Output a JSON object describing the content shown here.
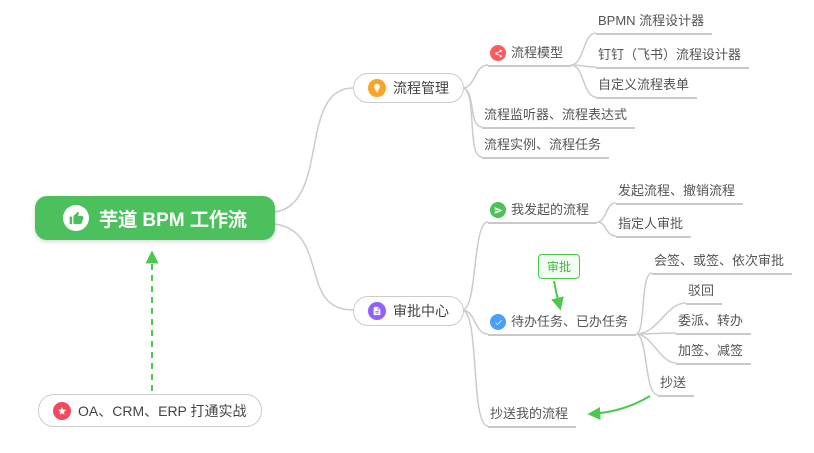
{
  "root": {
    "label": "芋道 BPM 工作流"
  },
  "nodes": {
    "process_management": "流程管理",
    "approval_center": "审批中心",
    "oa_crm_erp": "OA、CRM、ERP 打通实战",
    "process_model": "流程模型",
    "bpmn_designer": "BPMN 流程设计器",
    "dingtalk_designer": "钉钉（飞书）流程设计器",
    "custom_form": "自定义流程表单",
    "listener_expression": "流程监听器、流程表达式",
    "instance_task": "流程实例、流程任务",
    "my_initiated": "我发起的流程",
    "initiate_cancel": "发起流程、撤销流程",
    "assignee_approval": "指定人审批",
    "todo_done": "待办任务、已办任务",
    "countersign": "会签、或签、依次审批",
    "reject": "驳回",
    "delegate_transfer": "委派、转办",
    "add_remove_sign": "加签、减签",
    "cc": "抄送",
    "cc_my_process": "抄送我的流程"
  },
  "badges": {
    "approval": "审批"
  },
  "colors": {
    "root_bg": "#4cc05c",
    "connector": "#cccccc",
    "arrow_green": "#4cc94c",
    "icon_orange": "#f7a428",
    "icon_red": "#fb5d5d",
    "icon_purple": "#8e62f8",
    "icon_green": "#4ec258",
    "icon_blue": "#4b9ef9",
    "icon_star_red": "#f4495c"
  },
  "icons": {
    "root": "thumbs-up-icon",
    "process_management": "lightbulb-icon",
    "approval_center": "document-icon",
    "process_model": "share-icon",
    "my_initiated": "send-icon",
    "todo_done": "check-icon",
    "oa_crm_erp": "star-icon"
  }
}
